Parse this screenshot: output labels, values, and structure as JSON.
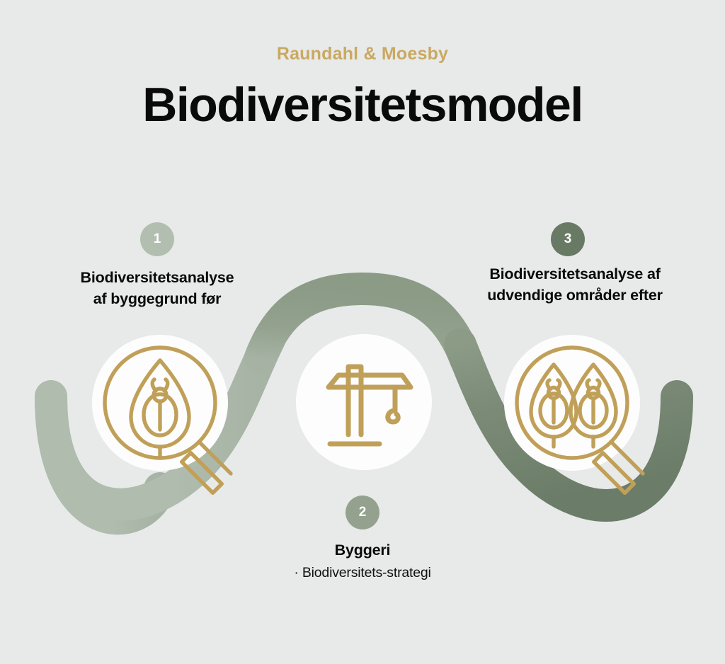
{
  "page": {
    "background_color": "#e8eaea",
    "brand": "Raundahl & Moesby",
    "title": "Biodiversitetsmodel"
  },
  "colors": {
    "gold": "#c9a961",
    "sage_light": "#b0bcae",
    "sage_mid": "#8b9b86",
    "green_dark": "#6b7d68",
    "text_dark": "#0a0a0a",
    "halo_white": "#fdfdfd"
  },
  "steps": [
    {
      "number": "1",
      "label": "Biodiversitetsanalyse\naf byggegrund før",
      "label_line1": "Biodiversitetsanalyse",
      "label_line2": "af byggegrund før",
      "sub": "",
      "badge_color": "#b2beb0",
      "icon": "magnifier-leaf-beetle-icon"
    },
    {
      "number": "2",
      "label": "Byggeri",
      "label_line1": "Byggeri",
      "label_line2": "",
      "sub": "· Biodiversitets-strategi",
      "badge_color": "#93a18e",
      "icon": "construction-crane-icon"
    },
    {
      "number": "3",
      "label": "Biodiversitetsanalyse af\nudvendige områder efter",
      "label_line1": "Biodiversitetsanalyse af",
      "label_line2": "udvendige områder efter",
      "sub": "",
      "badge_color": "#687a64",
      "icon": "magnifier-two-leaves-beetles-icon"
    }
  ]
}
